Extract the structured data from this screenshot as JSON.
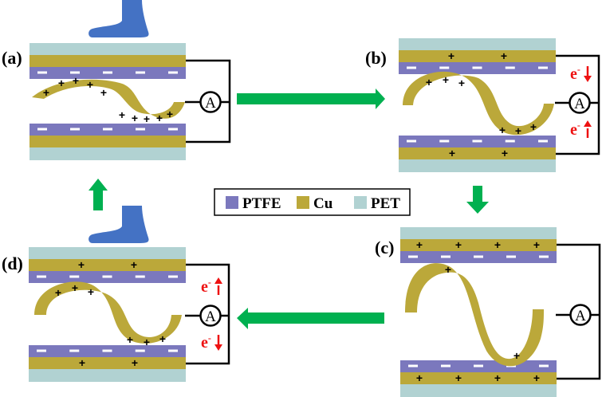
{
  "figure": {
    "colors": {
      "PTFE": "#7b78bd",
      "Cu": "#bba83a",
      "PET": "#b1d2d2",
      "arrow": "#00b050",
      "foot": "#4472c4",
      "electron": "#ee1111",
      "wire": "#000000"
    },
    "legend": {
      "items": [
        {
          "label": "PTFE",
          "color_key": "PTFE"
        },
        {
          "label": "Cu",
          "color_key": "Cu"
        },
        {
          "label": "PET",
          "color_key": "PET"
        }
      ]
    },
    "ammeter_symbol": "A",
    "electron_label": "e",
    "electron_superscript": "-",
    "panels": [
      {
        "id": "a",
        "label": "(a)",
        "foot_pressing": true,
        "top_cu_charges": 0,
        "bottom_cu_charges": 0,
        "ptfe_minus_count": 5,
        "film_upper_plus": 5,
        "film_lower_plus": 5,
        "electron_flow": "none"
      },
      {
        "id": "b",
        "label": "(b)",
        "foot_pressing": false,
        "top_cu_charges": 2,
        "bottom_cu_charges": 2,
        "ptfe_minus_count": 5,
        "film_upper_plus": 3,
        "film_lower_plus": 3,
        "electron_flow": "outward"
      },
      {
        "id": "c",
        "label": "(c)",
        "foot_pressing": false,
        "top_cu_charges": 4,
        "bottom_cu_charges": 4,
        "ptfe_minus_count": 5,
        "film_upper_plus": 1,
        "film_lower_plus": 1,
        "electron_flow": "none"
      },
      {
        "id": "d",
        "label": "(d)",
        "foot_pressing": true,
        "top_cu_charges": 2,
        "bottom_cu_charges": 2,
        "ptfe_minus_count": 5,
        "film_upper_plus": 3,
        "film_lower_plus": 3,
        "electron_flow": "inward"
      }
    ],
    "cycle_arrows": [
      {
        "from": "a",
        "to": "b",
        "direction": "right"
      },
      {
        "from": "b",
        "to": "c",
        "direction": "down"
      },
      {
        "from": "c",
        "to": "d",
        "direction": "left"
      },
      {
        "from": "d",
        "to": "a",
        "direction": "up"
      }
    ]
  }
}
